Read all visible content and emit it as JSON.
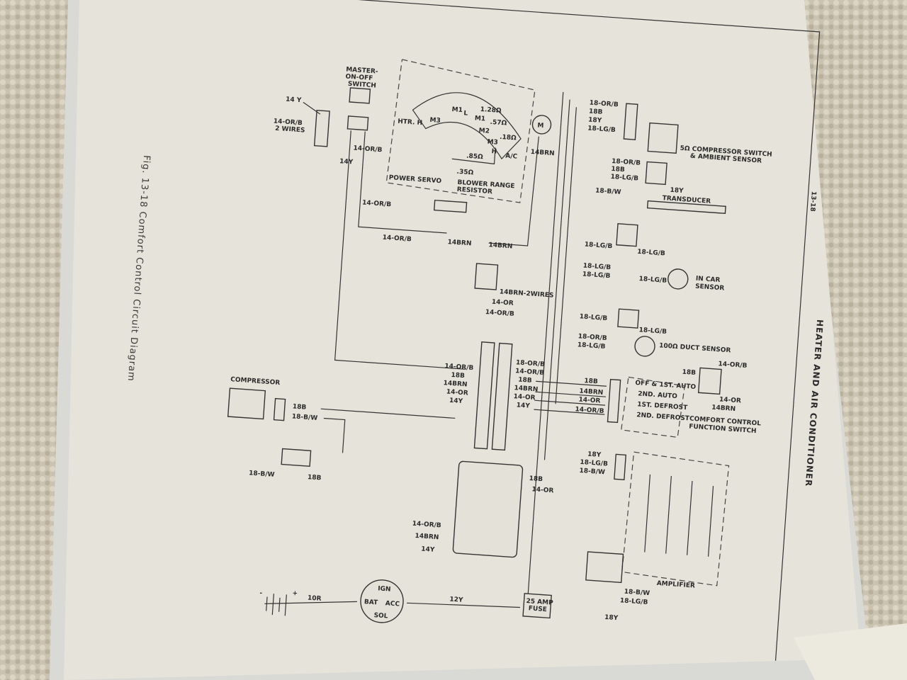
{
  "caption": "Fig. 13-18  Comfort Control Circuit Diagram",
  "header": {
    "section": "HEATER AND AIR CONDITIONER",
    "page": "13-18"
  },
  "colors": {
    "page": "#e6e4da",
    "carpet": "#cfc8b8",
    "ink": "#2a2a2a"
  },
  "labels": {
    "master": "MASTER-",
    "onoff": "ON-OFF",
    "switch": "SWITCH",
    "y14a": "14 Y",
    "orb_2w": "14-OR/B",
    "twowires": "2 WIRES",
    "orb_a": "14-OR/B",
    "y14b": "14Y",
    "htr": "HTR. H",
    "m3a": "M3",
    "m1": "M1",
    "l": "L",
    "m1b": "M1",
    "r128": "1.28Ω",
    "m2": "M2",
    "r57": ".57Ω",
    "m3b": "M3",
    "r18": ".18Ω",
    "h": "H",
    "ac": "A/C",
    "r85": ".85Ω",
    "r35": ".35Ω",
    "power_servo": "POWER SERVO",
    "blower": "BLOWER RANGE",
    "resistor": "RESISTOR",
    "motor": "M",
    "brn14a": "14BRN",
    "orb_b": "14-OR/B",
    "orb_c": "14-OR/B",
    "brn14b": "14BRN",
    "brn14c": "14BRN",
    "brn2w": "14BRN-2WIRES",
    "or14a": "14-OR",
    "orb_d": "14-OR/B",
    "orb18a": "18-OR/B",
    "b18a": "18B",
    "y18a": "18Y",
    "lgb18a": "18-LG/B",
    "comp_sw": "5Ω COMPRESSOR SWITCH",
    "amb": "& AMBIENT SENSOR",
    "orb18b": "18-OR/B",
    "b18b": "18B",
    "lgb18b": "18-LG/B",
    "y18b": "18Y",
    "bw18a": "18-B/W",
    "transducer": "TRANSDUCER",
    "lgb18c": "18-LG/B",
    "lgb18d": "18-LG/B",
    "lgb18e": "18-LG/B",
    "lgb18f": "18-LG/B",
    "lgb18g": "18-LG/B",
    "incar": "IN CAR",
    "sensor": "SENSOR",
    "lgb18h": "18-LG/B",
    "lgb18i": "18-LG/B",
    "orb18c": "18-OR/B",
    "lgb18j": "18-LG/B",
    "duct": "100Ω DUCT SENSOR",
    "orb14e": "14-OR/B",
    "b18c": "18B",
    "or14b": "14-OR",
    "brn14d": "14BRN",
    "c_orb": "14-OR/B",
    "c_18b": "18B",
    "c_brn": "14BRN",
    "c_or": "14-OR",
    "c_y": "14Y",
    "c2_orb": "18-OR/B",
    "c2_orb2": "14-OR/B",
    "c2_18b": "18B",
    "c2_brn": "14BRN",
    "c2_or": "14-OR",
    "c2_y": "14Y",
    "f_18b": "18B",
    "f_brn": "14BRN",
    "f_or": "14-OR",
    "f_orb": "14-OR/B",
    "off": "OFF & 1ST. AUTO",
    "auto2": "2ND. AUTO",
    "def1": "1ST. DEFROST",
    "def2": "2ND. DEFROST",
    "ccfs1": "COMFORT CONTROL",
    "ccfs2": "FUNCTION SWITCH",
    "compressor": "COMPRESSOR",
    "k_18b": "18B",
    "k_bw": "18-B/W",
    "k_bw2": "18-B/W",
    "k_18b2": "18B",
    "fb_18b": "18B",
    "fb_or": "14-OR",
    "fb_orb": "14-OR/B",
    "fb_brn": "14BRN",
    "fb_y": "14Y",
    "a_y": "18Y",
    "a_lgb": "18-LG/B",
    "a_bw": "18-B/W",
    "amplifier": "AMPLIFIER",
    "a_bw2": "18-B/W",
    "a_lgb2": "18-LG/B",
    "a_y2": "18Y",
    "ign": "IGN",
    "bat": "BAT",
    "acc": "ACC",
    "sol": "SOL",
    "r10": "10R",
    "y12": "12Y",
    "fuse1": "25 AMP",
    "fuse2": "FUSE",
    "minus": "-",
    "plus": "+"
  }
}
